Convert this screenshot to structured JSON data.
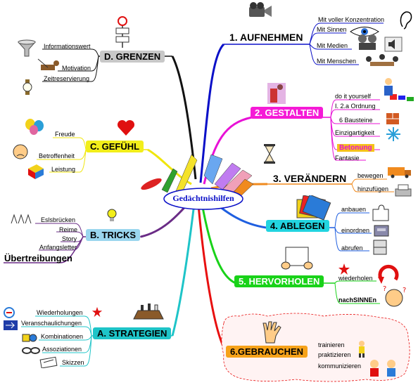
{
  "center": {
    "title": "Gedächtnishilfen"
  },
  "branches": {
    "aufnehmen": {
      "label": "1. AUFNEHMEN",
      "color": "#0b10c8",
      "children": [
        "Mit voller Konzentration",
        "Mit Sinnen",
        "Mit Medien",
        "Mit Menschen"
      ]
    },
    "gestalten": {
      "label": "2. GESTALTEN",
      "color": "#e811d6",
      "children": [
        "do it yourself",
        "I. 2.a Ordnung",
        "6 Bausteine",
        "Einzigartigkeit",
        "Betonung",
        "Fantasie"
      ]
    },
    "veraendern": {
      "label": "3. VERÄNDERN",
      "color": "#f08a1e",
      "children": [
        "bewegen",
        "hinzufügen"
      ]
    },
    "ablegen": {
      "label": "4. ABLEGEN",
      "color": "#1f5fe0",
      "children": [
        "anbauen",
        "einordnen",
        "abrufen"
      ]
    },
    "hervorholen": {
      "label": "5. HERVORHOLEN",
      "color": "#19d219",
      "children": [
        "wiederholen",
        "nachSINNEn"
      ]
    },
    "gebrauchen": {
      "label": "6.GEBRAUCHEN",
      "color": "#e81010",
      "children": [
        "trainieren",
        "praktizieren",
        "kommunizieren"
      ]
    },
    "grenzen": {
      "label": "D. GRENZEN",
      "color": "#111111",
      "children": [
        "Informationswert",
        "Motivation",
        "Zeitreservierung"
      ]
    },
    "gefuehl": {
      "label": "C. GEFÜHL",
      "color": "#f0e60c",
      "children": [
        "Freude",
        "Betroffenheit",
        "Leistung"
      ]
    },
    "tricks": {
      "label": "B. TRICKS",
      "color": "#6a2c86",
      "children": [
        "Eslsbrücken",
        "Reime",
        "Story",
        "Anfangsletter",
        "Übertreibungen"
      ]
    },
    "strategien": {
      "label": "A. STRATEGIEN",
      "color": "#1ec4c8",
      "children": [
        "Wiederholungen",
        "Veranschaulichungen",
        "Kombinationen",
        "Assoziationen",
        "Skizzen"
      ]
    }
  },
  "colors": {
    "aufnehmen_bg": "#ffffff",
    "gestalten_bg": "#f51ad6",
    "veraendern_bg": "#ffffff",
    "ablegen_bg": "#22d4e0",
    "hervorholen_bg": "#19d219",
    "gebrauchen_bg": "#f6a21a",
    "grenzen_bg": "#c8c8c8",
    "gefuehl_bg": "#f2ee1a",
    "tricks_bg": "#9ad6ee",
    "strategien_bg": "#1ec4c8",
    "betonung_bg": "#f5c21a"
  }
}
